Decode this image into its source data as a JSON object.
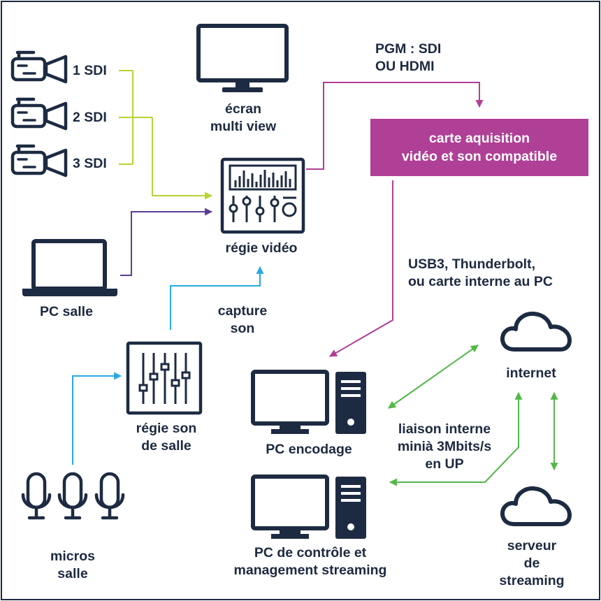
{
  "colors": {
    "navy": "#1d2b42",
    "lime": "#b7d334",
    "purple": "#5a3d96",
    "magenta": "#b03f96",
    "cyan": "#2aa8e0",
    "green": "#52b847"
  },
  "labels": {
    "cam1": "1 SDI",
    "cam2": "2 SDI",
    "cam3": "3 SDI",
    "ecran": "écran\nmulti view",
    "pgm": "PGM : SDI\nOU HDMI",
    "carte": "carte aquisition\nvidéo et son compatible",
    "regie_video": "régie vidéo",
    "pc_salle": "PC salle",
    "capture_son": "capture\nson",
    "usb": "USB3, Thunderbolt,\nou carte interne au PC",
    "internet": "internet",
    "regie_son": "régie son\nde salle",
    "pc_encodage": "PC encodage",
    "liaison": "liaison interne\nminià 3Mbits/s\nen UP",
    "micros": "micros\nsalle",
    "pc_controle": "PC de contrôle et\nmanagement streaming",
    "serveur": "serveur\nde streaming"
  },
  "icons": {
    "cameras": "video-camera-icon",
    "screen": "monitor-icon",
    "video_mixer": "video-mixer-icon",
    "laptop": "laptop-icon",
    "audio_mixer": "audio-mixer-icon",
    "microphones": "microphone-icon",
    "desktop": "desktop-computer-icon",
    "cloud": "cloud-icon"
  }
}
